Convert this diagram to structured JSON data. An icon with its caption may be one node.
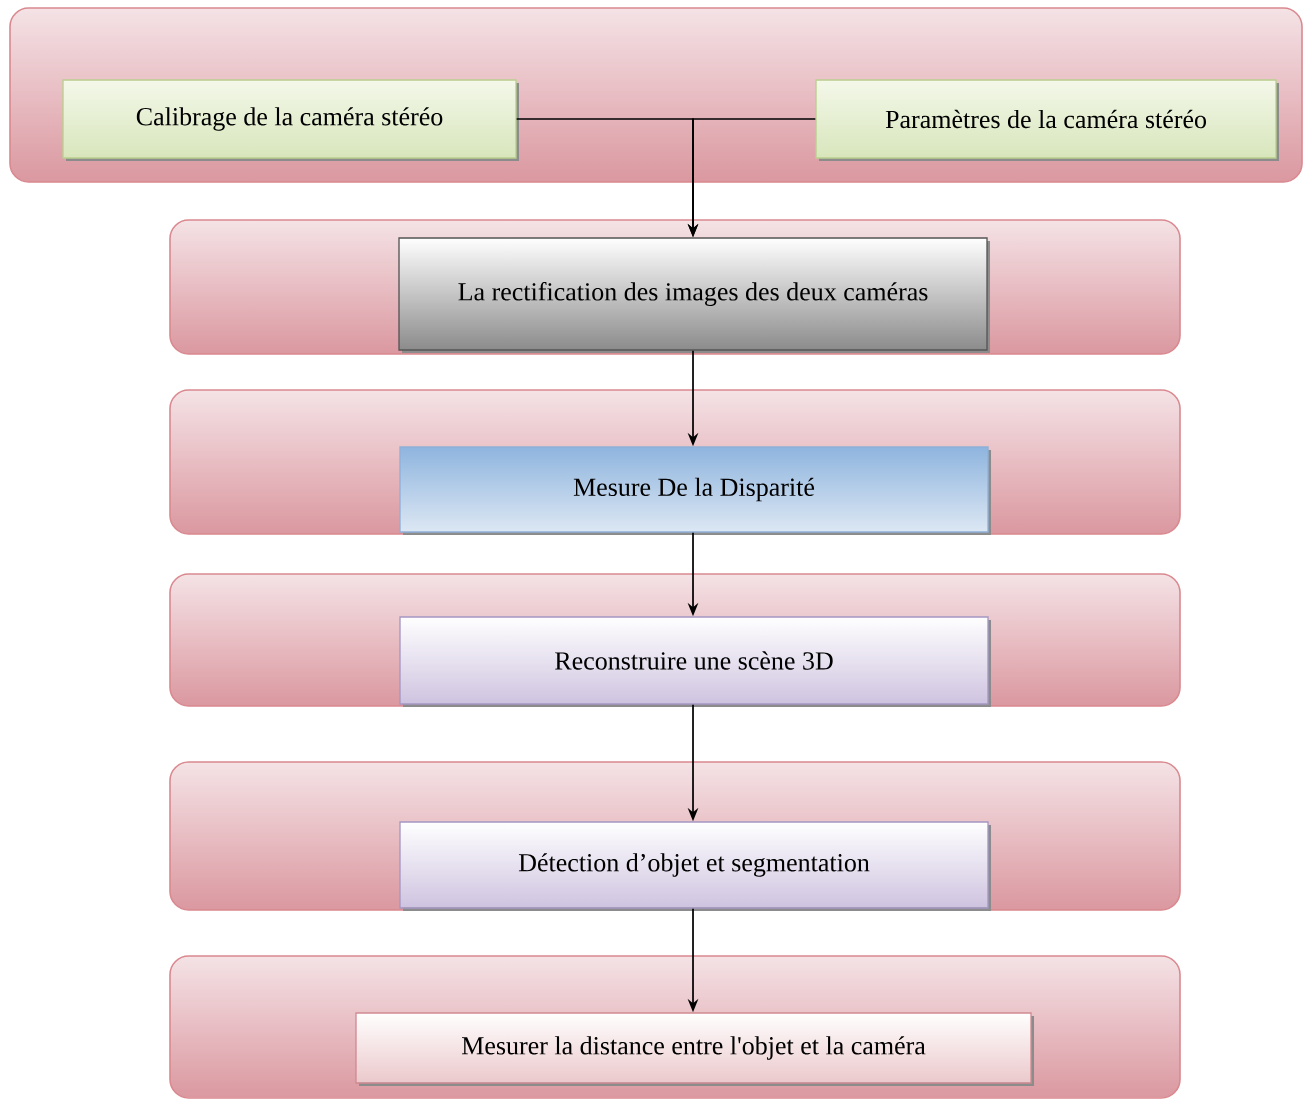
{
  "diagram": {
    "nodes": [
      {
        "text": [],
        "shape": "band"
      },
      {
        "text": [
          "Calibrage de la caméra stéréo"
        ],
        "in": 0
      },
      {
        "text": [
          "Paramètres de la caméra stéréo"
        ],
        "in": 0
      },
      {
        "text": [],
        "shape": "band"
      },
      {
        "text": [
          "La rectification des images des deux caméras"
        ],
        "in": 3
      },
      {
        "text": [],
        "shape": "band"
      },
      {
        "text": [
          "Mesure De la Disparité"
        ],
        "in": 5
      },
      {
        "text": [],
        "shape": "band"
      },
      {
        "text": [
          "Reconstruire une scène 3D"
        ],
        "in": 7
      },
      {
        "text": [],
        "shape": "band"
      },
      {
        "text": [
          "Détection d’objet et segmentation"
        ],
        "in": 9
      },
      {
        "text": [],
        "shape": "band"
      },
      {
        "text": [
          "Mesurer la distance entre l'objet et la caméra"
        ],
        "in": 11
      }
    ],
    "edges": [
      {
        "from": 1,
        "to": 4,
        "arrow": "to"
      },
      {
        "from": 2,
        "to": 4,
        "arrow": "to"
      },
      {
        "from": 4,
        "to": 6,
        "arrow": "to"
      },
      {
        "from": 6,
        "to": 8,
        "arrow": "to"
      },
      {
        "from": 8,
        "to": 10,
        "arrow": "to"
      },
      {
        "from": 10,
        "to": 12,
        "arrow": "to"
      }
    ]
  }
}
